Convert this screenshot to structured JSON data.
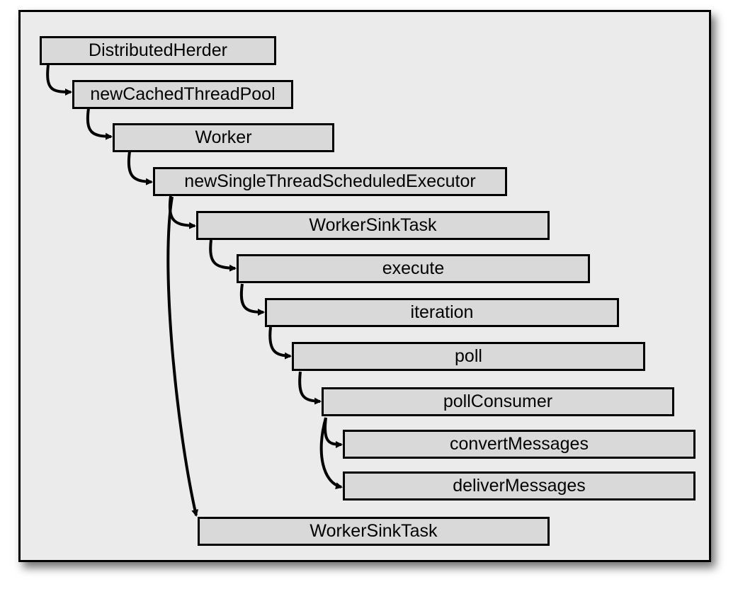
{
  "diagram": {
    "nodes": [
      {
        "id": "n0",
        "label": "DistributedHerder"
      },
      {
        "id": "n1",
        "label": "newCachedThreadPool"
      },
      {
        "id": "n2",
        "label": "Worker"
      },
      {
        "id": "n3",
        "label": "newSingleThreadScheduledExecutor"
      },
      {
        "id": "n4",
        "label": "WorkerSinkTask"
      },
      {
        "id": "n5",
        "label": "execute"
      },
      {
        "id": "n6",
        "label": "iteration"
      },
      {
        "id": "n7",
        "label": "poll"
      },
      {
        "id": "n8",
        "label": "pollConsumer"
      },
      {
        "id": "n9",
        "label": "convertMessages"
      },
      {
        "id": "n10",
        "label": "deliverMessages"
      },
      {
        "id": "n11",
        "label": "WorkerSinkTask"
      }
    ],
    "edges": [
      {
        "from": "n0",
        "to": "n1"
      },
      {
        "from": "n1",
        "to": "n2"
      },
      {
        "from": "n2",
        "to": "n3"
      },
      {
        "from": "n3",
        "to": "n4"
      },
      {
        "from": "n4",
        "to": "n5"
      },
      {
        "from": "n5",
        "to": "n6"
      },
      {
        "from": "n6",
        "to": "n7"
      },
      {
        "from": "n7",
        "to": "n8"
      },
      {
        "from": "n8",
        "to": "n9"
      },
      {
        "from": "n8",
        "to": "n10"
      },
      {
        "from": "n3",
        "to": "n11"
      }
    ]
  }
}
